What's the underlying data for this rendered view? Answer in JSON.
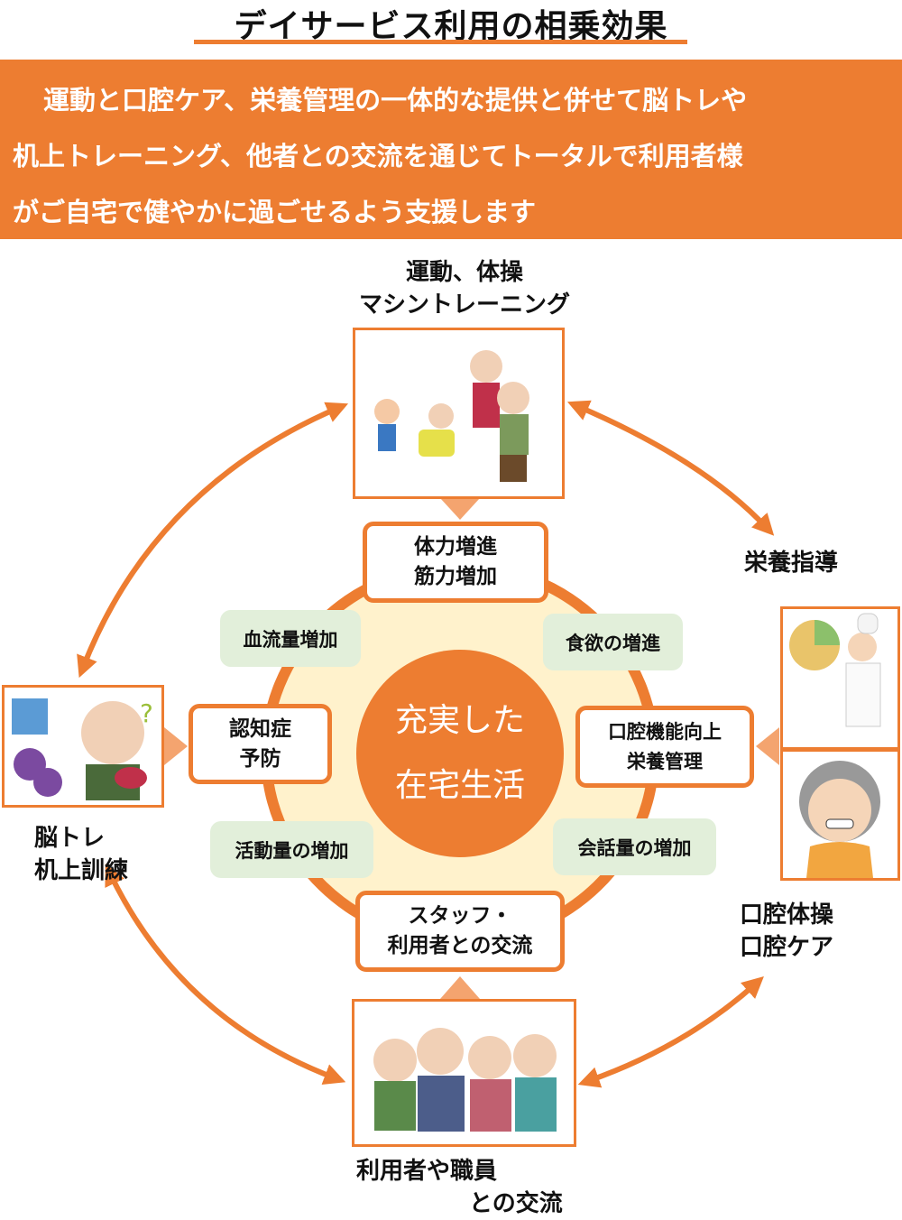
{
  "title": "デイサービス利用の相乗効果",
  "banner": {
    "lines": [
      "運動と口腔ケア、栄養管理の一体的な提供と併せて脳トレや",
      "机上トレーニング、他者との交流を通じてトータルで利用者様",
      "がご自宅で健やかに過ごせるよう支援します"
    ]
  },
  "center": {
    "line1": "充実した",
    "line2": "在宅生活"
  },
  "effects": {
    "top": {
      "line1": "体力増進",
      "line2": "筋力増加"
    },
    "left": {
      "line1": "認知症",
      "line2": "予防"
    },
    "right": {
      "line1": "口腔機能向上",
      "line2": "栄養管理"
    },
    "bottom": {
      "line1": "スタッフ・",
      "line2": "利用者との交流"
    },
    "blood": "血流量増加",
    "appetite": "食欲の増進",
    "activity": "活動量の増加",
    "conversation": "会話量の増加"
  },
  "services": {
    "exercise": {
      "line1": "運動、体操",
      "line2": "マシントレーニング"
    },
    "nutrition": "栄養指導",
    "brain": {
      "line1": "脳トレ",
      "line2": "机上訓練"
    },
    "oral": {
      "line1": "口腔体操",
      "line2": "口腔ケア"
    },
    "social": {
      "line1": "利用者や職員",
      "line2": "との交流"
    }
  },
  "colors": {
    "accent": "#ED7D31",
    "ring_fill": "#FFF2CC",
    "green": "#E2EFDA"
  }
}
